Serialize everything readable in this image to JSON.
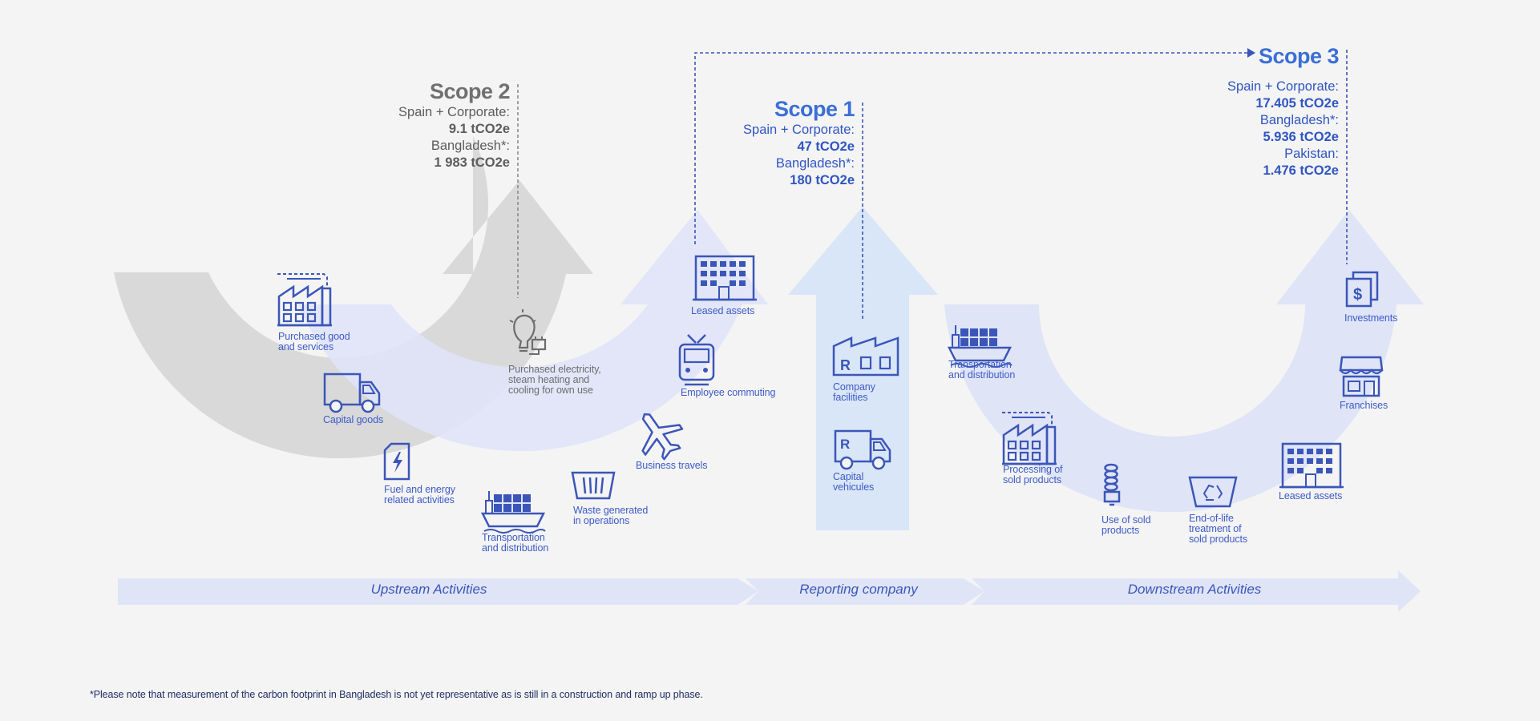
{
  "scopes": {
    "scope2": {
      "title": "Scope 2",
      "line1": "Spain + Corporate:",
      "val1": "9.1 tCO2e",
      "line2": "Bangladesh*:",
      "val2": "1 983 tCO2e"
    },
    "scope1": {
      "title": "Scope 1",
      "line1": "Spain + Corporate:",
      "val1": "47 tCO2e",
      "line2": "Bangladesh*:",
      "val2": "180 tCO2e"
    },
    "scope3": {
      "title": "Scope 3",
      "line1": "Spain + Corporate:",
      "val1": "17.405 tCO2e",
      "line2": "Bangladesh*:",
      "val2": "5.936 tCO2e",
      "line3": "Pakistan:",
      "val3": "1.476 tCO2e"
    }
  },
  "upstream": {
    "purchased_goods": "Purchased good\nand services",
    "capital_goods": "Capital goods",
    "fuel_energy": "Fuel and energy\nrelated activities",
    "transport": "Transportation\nand distribution",
    "waste": "Waste generated\nin operations",
    "business_travels": "Business travels",
    "employee_commuting": "Employee commuting",
    "leased_assets": "Leased assets"
  },
  "scope2_item": {
    "electricity": "Purchased electricity,\nsteam heating and\ncooling for own use"
  },
  "reporting": {
    "facilities": "Company\nfacilities",
    "vehicles": "Capital\nvehicules"
  },
  "downstream": {
    "transport": "Transportation\nand distribution",
    "processing": "Processing of\nsold products",
    "use_sold": "Use of sold\nproducts",
    "end_of_life": "End-of-life\ntreatment of\nsold products",
    "leased_assets": "Leased assets",
    "franchises": "Franchises",
    "investments": "Investments"
  },
  "bands": {
    "upstream": "Upstream Activities",
    "reporting": "Reporting company",
    "downstream": "Downstream Activities"
  },
  "footnote": "*Please note that measurement of the carbon footprint in Bangladesh is not yet representative as is still in a construction and ramp up phase.",
  "colors": {
    "background": "#f4f4f4",
    "grey_arrow": "#d9d9d9",
    "light_blue_arrow": "#dfe4f7",
    "scope1_arrow": "#d9e6f7",
    "icon_blue": "#3b56b8",
    "text_blue": "#2f55c2"
  },
  "icons": [
    "factory-icon",
    "truck-icon",
    "fuel-can-icon",
    "cargo-ship-icon",
    "waste-basket-icon",
    "airplane-icon",
    "tram-icon",
    "office-building-icon",
    "lightbulb-plug-icon",
    "company-facility-icon",
    "company-truck-icon",
    "recycle-bin-icon",
    "cfl-bulb-icon",
    "storefront-icon",
    "money-document-icon"
  ]
}
